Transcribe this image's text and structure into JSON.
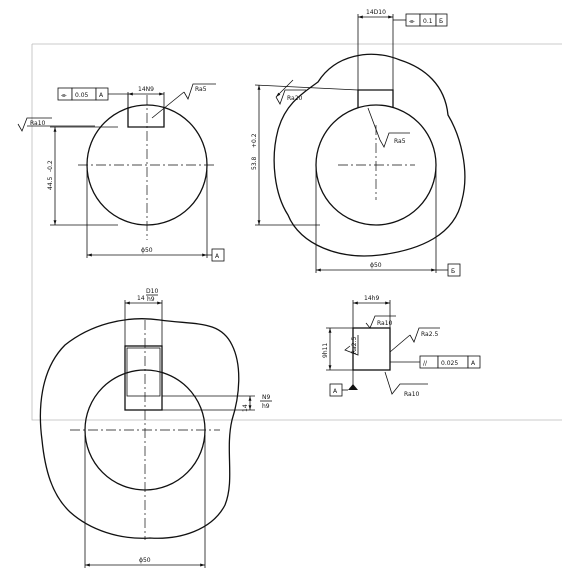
{
  "shaft": {
    "keyway": "14N9",
    "roughness_keyway": "Ra5",
    "roughness_surface": "Ra10",
    "tolerance_symbol": "⌯",
    "tolerance_value": "0.05",
    "tolerance_datum": "A",
    "height": "44.5",
    "height_tol": "-0.2",
    "diameter": "ϕ50",
    "datum": "A"
  },
  "hub": {
    "keyway": "14D10",
    "tolerance_symbol": "⌯",
    "tolerance_value": "0.1",
    "tolerance_datum": "Б",
    "roughness_outer": "Ra20",
    "roughness_keyway": "Ra5",
    "height": "53.8",
    "height_tol": "+0.2",
    "diameter": "ϕ50",
    "datum": "Б"
  },
  "key": {
    "width": "14h9",
    "height": "9h11",
    "roughness_top": "Ra10",
    "roughness_left": "Ra2.5",
    "roughness_right": "Ra2.5",
    "roughness_bottom": "Ra10",
    "tolerance_symbol": "//",
    "tolerance_value": "0.025",
    "tolerance_datum": "A",
    "datum": "A"
  },
  "assembly": {
    "fit_top_num": "14",
    "fit_top_upper": "D10",
    "fit_top_lower": "h9",
    "fit_side_num": "14",
    "fit_side_upper": "N9",
    "fit_side_lower": "h9",
    "diameter": "ϕ50"
  }
}
